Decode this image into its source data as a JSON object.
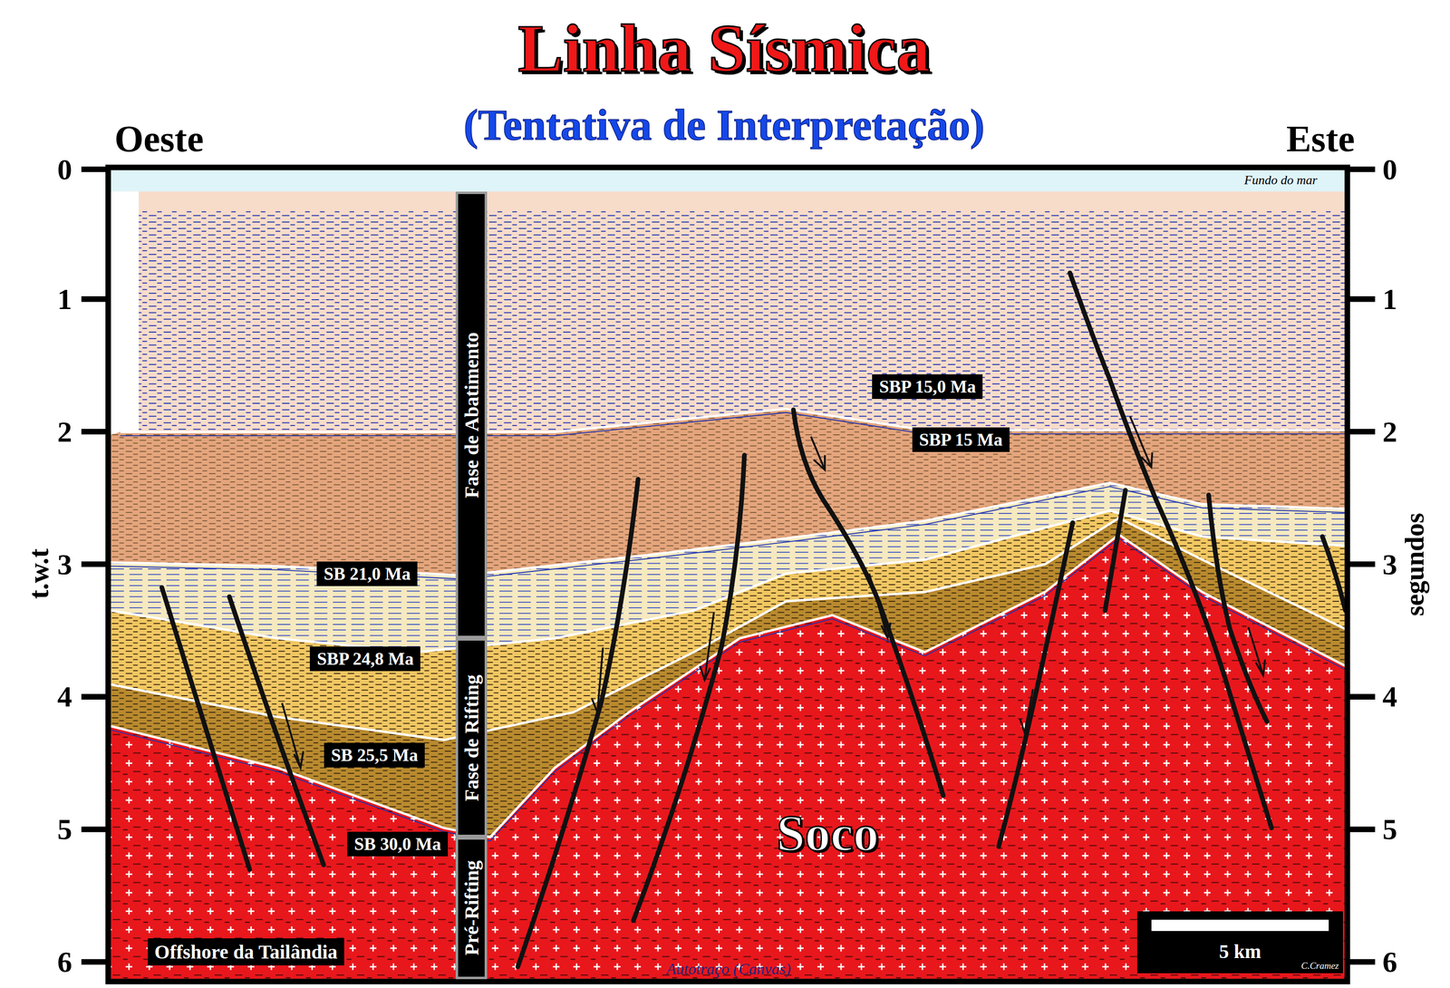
{
  "diagram": {
    "title": "Linha Sísmica",
    "nodes": [
      {
        "text": [
          "Fase de Abatimento"
        ]
      },
      {
        "text": [
          "SBP 15,0 Ma"
        ]
      },
      {
        "text": [
          "SBP 15 Ma"
        ]
      },
      {
        "text": [
          "SB 21,0 Ma"
        ]
      },
      {
        "text": [
          "Fase de Rifting"
        ]
      },
      {
        "text": [
          "SBP 24,8 Ma"
        ]
      },
      {
        "text": [
          "SB 25,5 Ma"
        ]
      },
      {
        "text": [
          "SB 30,0 Ma"
        ]
      },
      {
        "text": [
          "Pré-Rifting"
        ]
      },
      {
        "text": [
          "Offshore da Tailândia"
        ]
      },
      {
        "text": [
          "5 km",
          "C.Cramez"
        ]
      }
    ],
    "labels": [
      "(Tentativa de Interpretação)",
      "Oeste",
      "Este",
      "Fundo do mar",
      "0",
      "1",
      "2",
      "3",
      "4",
      "5",
      "6",
      "0",
      "1",
      "2",
      "3",
      "4",
      "5",
      "6",
      "t.w.t",
      "segundos",
      "Soco",
      "Autotraço (Canvas)"
    ]
  }
}
